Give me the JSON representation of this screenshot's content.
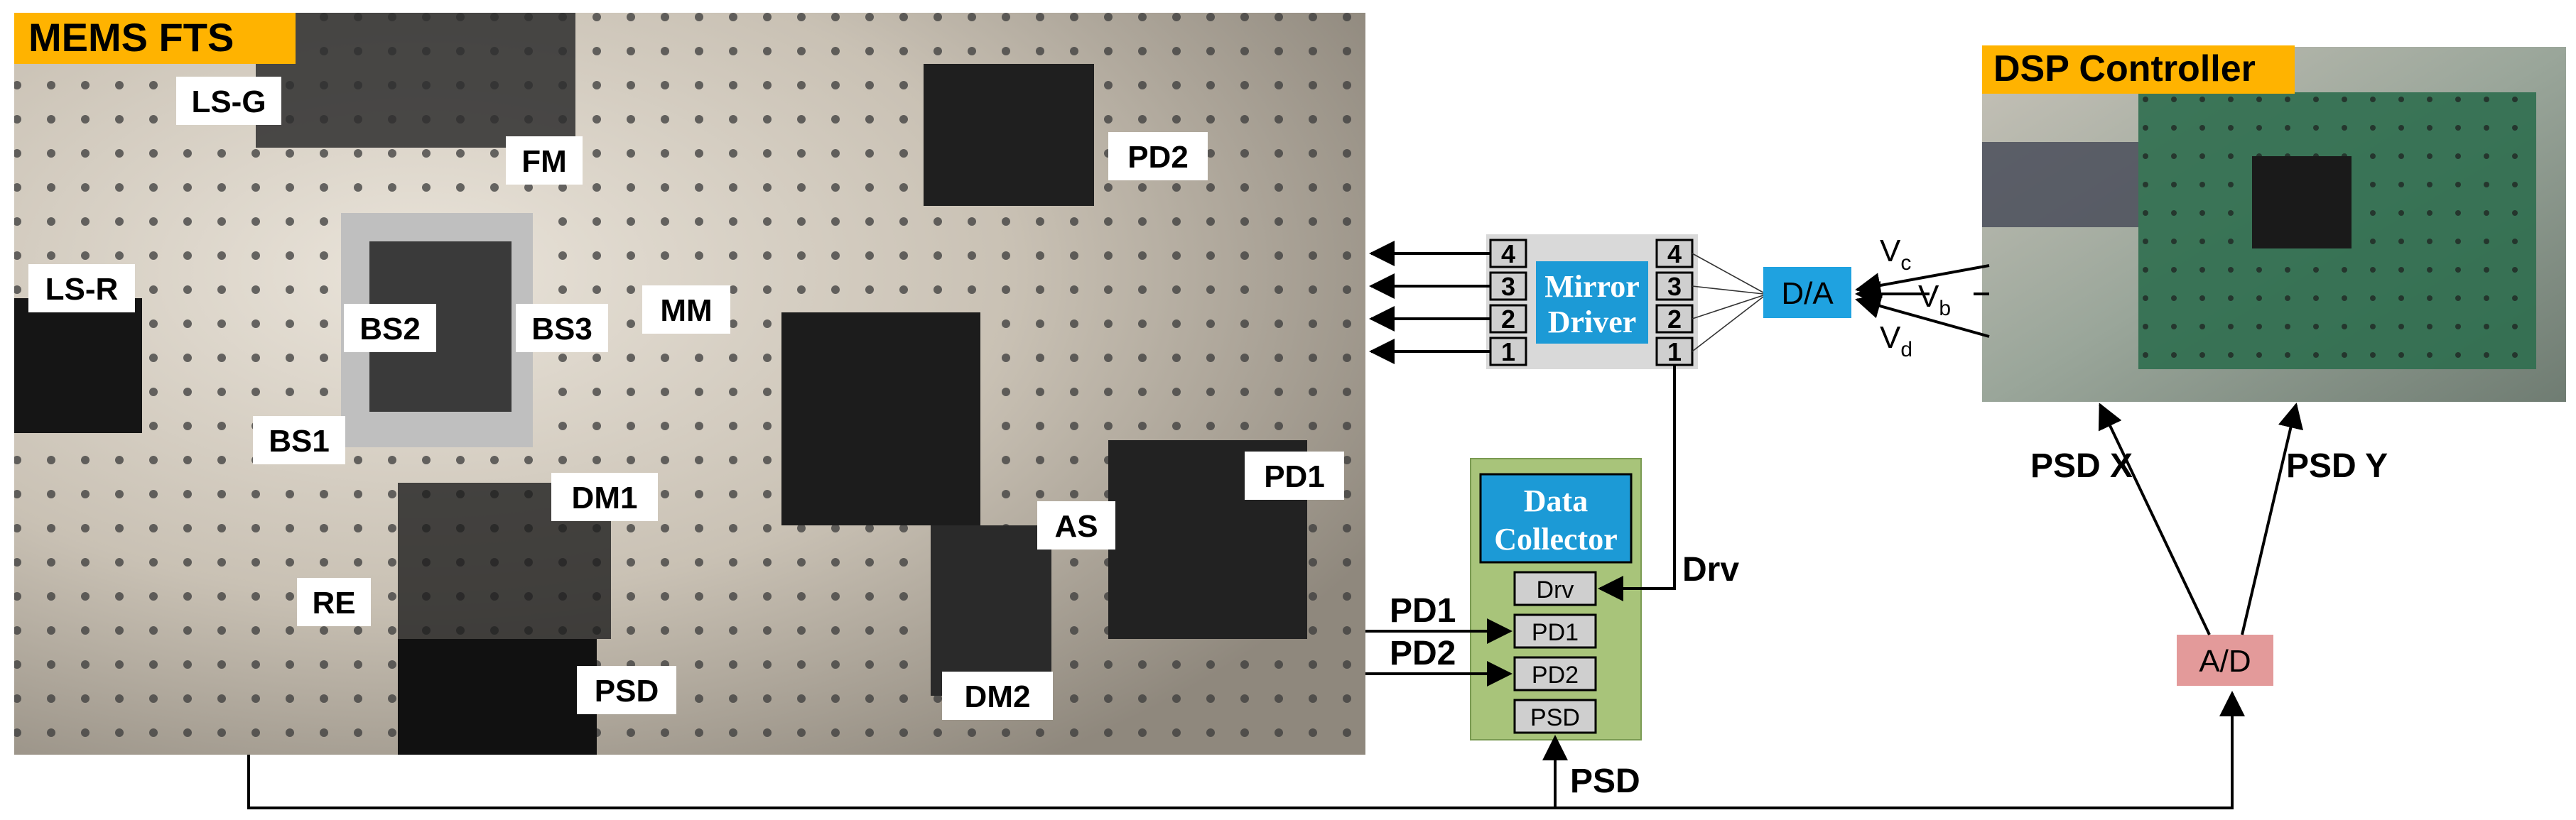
{
  "panels": {
    "mems_fts": {
      "title": "MEMS FTS"
    },
    "dsp_controller": {
      "title": "DSP Controller"
    }
  },
  "components": {
    "ls_g": "LS-G",
    "fm": "FM",
    "pd2": "PD2",
    "ls_r": "LS-R",
    "bs2": "BS2",
    "bs3": "BS3",
    "mm": "MM",
    "bs1": "BS1",
    "dm1": "DM1",
    "pd1": "PD1",
    "as": "AS",
    "re": "RE",
    "psd": "PSD",
    "dm2": "DM2"
  },
  "mirror_driver": {
    "title_line1": "Mirror",
    "title_line2": "Driver",
    "left_ports": [
      "4",
      "3",
      "2",
      "1"
    ],
    "right_ports": [
      "4",
      "3",
      "2",
      "1"
    ]
  },
  "da": {
    "label": "D/A"
  },
  "ad": {
    "label": "A/D"
  },
  "voltages": {
    "vc": {
      "main": "V",
      "sub": "c"
    },
    "vb": {
      "main": "V",
      "sub": "b"
    },
    "vd": {
      "main": "V",
      "sub": "d"
    }
  },
  "data_collector": {
    "title_line1": "Data",
    "title_line2": "Collector",
    "ports": [
      "Drv",
      "PD1",
      "PD2",
      "PSD"
    ]
  },
  "signals": {
    "drv": "Drv",
    "pd1": "PD1",
    "pd2": "PD2",
    "psd": "PSD",
    "psd_x": "PSD X",
    "psd_y": "PSD Y"
  },
  "colors": {
    "title_bg": "#FFB300",
    "da_bg": "#1FA2E0",
    "ad_bg": "#E39A9A",
    "collector_bg": "#A8C47A",
    "collector_header": "#1C9AD6",
    "driver_bg": "#D9D9D9",
    "driver_header": "#1C9AD6",
    "port_bg": "#CFCFCF"
  }
}
